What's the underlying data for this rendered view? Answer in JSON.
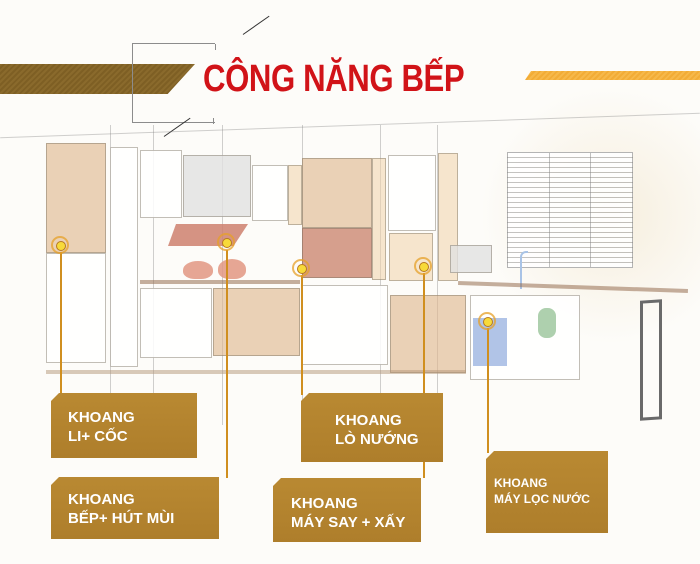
{
  "header": {
    "title": "CÔNG NĂNG BẾP",
    "accent_colors": {
      "title_red": "#d11318",
      "bar_brown": "#8a6a2c",
      "bar_orange": "#f6b84a",
      "label_gold": "#b5842f",
      "connector": "#d08f1f"
    }
  },
  "illustration": {
    "description": "Cutaway sketch of an L-shaped kitchen with highlighted storage compartments"
  },
  "labels": [
    {
      "id": "li-coc",
      "line1": "KHOANG",
      "line2": "LI+ CỐC"
    },
    {
      "id": "bep-hut-mui",
      "line1": "KHOANG",
      "line2": "BẾP+ HÚT MÙI"
    },
    {
      "id": "lo-nuong",
      "line1": "KHOANG",
      "line2": "LÒ NƯỚNG"
    },
    {
      "id": "may-say-xay",
      "line1": "KHOANG",
      "line2": "MÁY SAY + XẤY"
    },
    {
      "id": "may-loc-nuoc",
      "line1": "KHOANG",
      "line2": "MÁY LỌC NƯỚC"
    }
  ]
}
